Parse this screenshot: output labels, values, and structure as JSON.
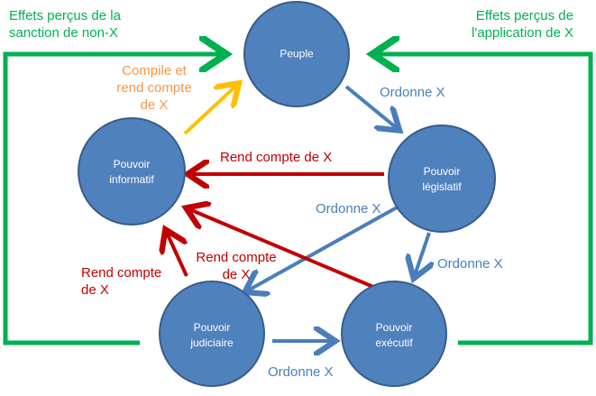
{
  "colors": {
    "node_fill": "#4f81bd",
    "node_stroke": "#385d8a",
    "green": "#00b050",
    "blue": "#4a7ebb",
    "red": "#c00000",
    "orange": "#f79646",
    "yellow": "#ffc000"
  },
  "nodes": {
    "peuple": [
      "Peuple"
    ],
    "informatif": [
      "Pouvoir",
      "informatif"
    ],
    "legislatif": [
      "Pouvoir",
      "législatif"
    ],
    "judiciaire": [
      "Pouvoir",
      "judiciaire"
    ],
    "executif": [
      "Pouvoir",
      "exécutif"
    ]
  },
  "labels": {
    "effets_sanction": [
      "Effets perçus de la",
      "sanction de non-X"
    ],
    "effets_application": [
      "Effets perçus de",
      "l'application de X"
    ],
    "compile": [
      "Compile et",
      "rend compte",
      "de X"
    ],
    "ordonne_peuple_leg": "Ordonne X",
    "rend_compte_leg_info": "Rend compte de X",
    "ordonne_leg_jud": "Ordonne X",
    "ordonne_leg_exec": "Ordonne X",
    "rend_compte_jud_info": [
      "Rend compte",
      "de X"
    ],
    "rend_compte_left": [
      "Rend compte",
      "de X"
    ],
    "ordonne_jud_exec": "Ordonne X"
  }
}
